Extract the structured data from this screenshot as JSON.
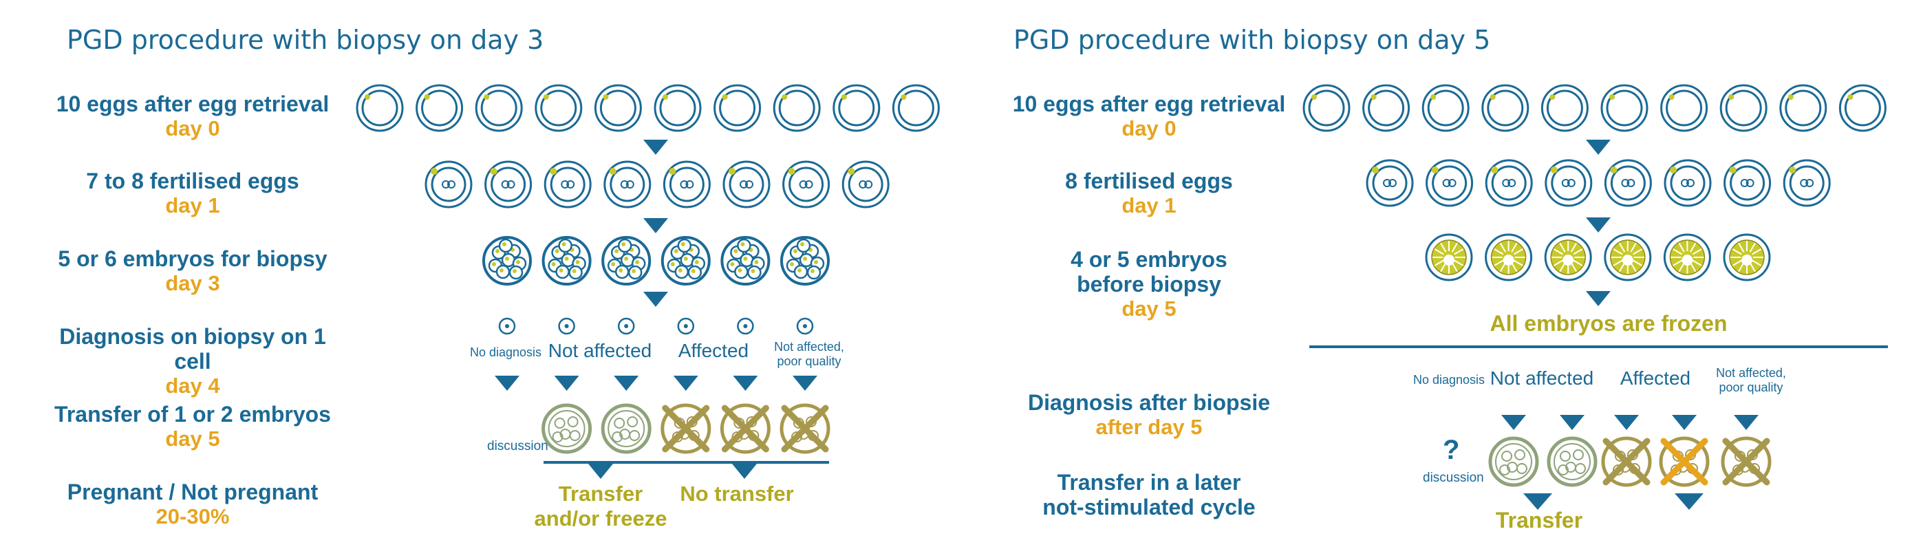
{
  "colors": {
    "blue": "#1b6a96",
    "orange": "#e7a41f",
    "olive": "#b1a91f",
    "green_embryo": "#8fa37a",
    "crossed_embryo": "#a7984c",
    "frozen_embryo": "#c7ca2a"
  },
  "left": {
    "title": "PGD procedure with biopsy on day 3",
    "steps": [
      {
        "label": "10 eggs after egg retrieval",
        "day": "day 0"
      },
      {
        "label": "7 to 8 fertilised eggs",
        "day": "day 1"
      },
      {
        "label": "5 or 6 embryos for biopsy",
        "day": "day 3"
      },
      {
        "label": "Diagnosis on biopsy on 1 cell",
        "day": "day  4"
      },
      {
        "label": "Transfer of 1 or 2 embryos",
        "day": "day 5"
      },
      {
        "label": "Pregnant / Not pregnant",
        "day": "20-30%"
      }
    ],
    "categories": {
      "no_diagnosis": "No diagnosis",
      "not_affected": "Not affected",
      "affected": "Affected",
      "poor_quality_line1": "Not affected,",
      "poor_quality_line2": "poor quality"
    },
    "discussion": "discussion",
    "outcome_transfer_line1": "Transfer",
    "outcome_transfer_line2": "and/or freeze",
    "outcome_no_transfer": "No transfer",
    "counts": {
      "eggs": 10,
      "fertilised": 8,
      "embryos": 6,
      "diagnosed": 6
    }
  },
  "right": {
    "title": "PGD procedure with biopsy on day 5",
    "steps": [
      {
        "label": "10 eggs after egg retrieval",
        "day": "day 0"
      },
      {
        "label": "8 fertilised eggs",
        "day": "day 1"
      },
      {
        "label": "4 or 5 embryos before biopsy",
        "day": "day 5"
      },
      {
        "label": "Diagnosis after biopsie",
        "day": "after day 5"
      },
      {
        "label_line1": "Transfer in a later",
        "label_line2": "not-stimulated cycle"
      }
    ],
    "frozen_note": "All embryos are frozen",
    "categories": {
      "no_diagnosis": "No diagnosis",
      "not_affected": "Not affected",
      "affected": "Affected",
      "poor_quality_line1": "Not affected,",
      "poor_quality_line2": "poor quality"
    },
    "question": "?",
    "discussion": "discussion",
    "outcome_transfer": "Transfer",
    "counts": {
      "eggs": 10,
      "fertilised": 8,
      "embryos": 6
    }
  }
}
